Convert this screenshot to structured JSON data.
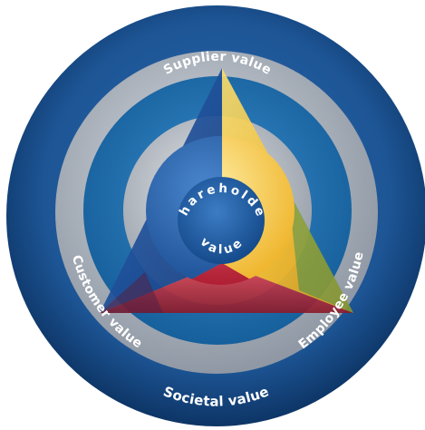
{
  "labels": {
    "societal": "Societal value",
    "supplier": "Supplier value",
    "customer": "Customer value",
    "employee": "Employee value",
    "shareholder_top": "Shareholder",
    "shareholder_bottom": "value"
  },
  "colors": {
    "outer_ring": "#1d5595",
    "outer_ring_edge": "#0d3566",
    "gray_ring": "#a9b0ba",
    "blue_ring": "#1f6fad",
    "inner_gray": "#b3b8c0",
    "core": "#1d5aa0",
    "triangle_blue": "#1e4f9a",
    "triangle_yellow": "#f0c23a",
    "triangle_red": "#c8283c",
    "triangle_green": "#3f8f4a",
    "label_text": "#ffffff"
  }
}
